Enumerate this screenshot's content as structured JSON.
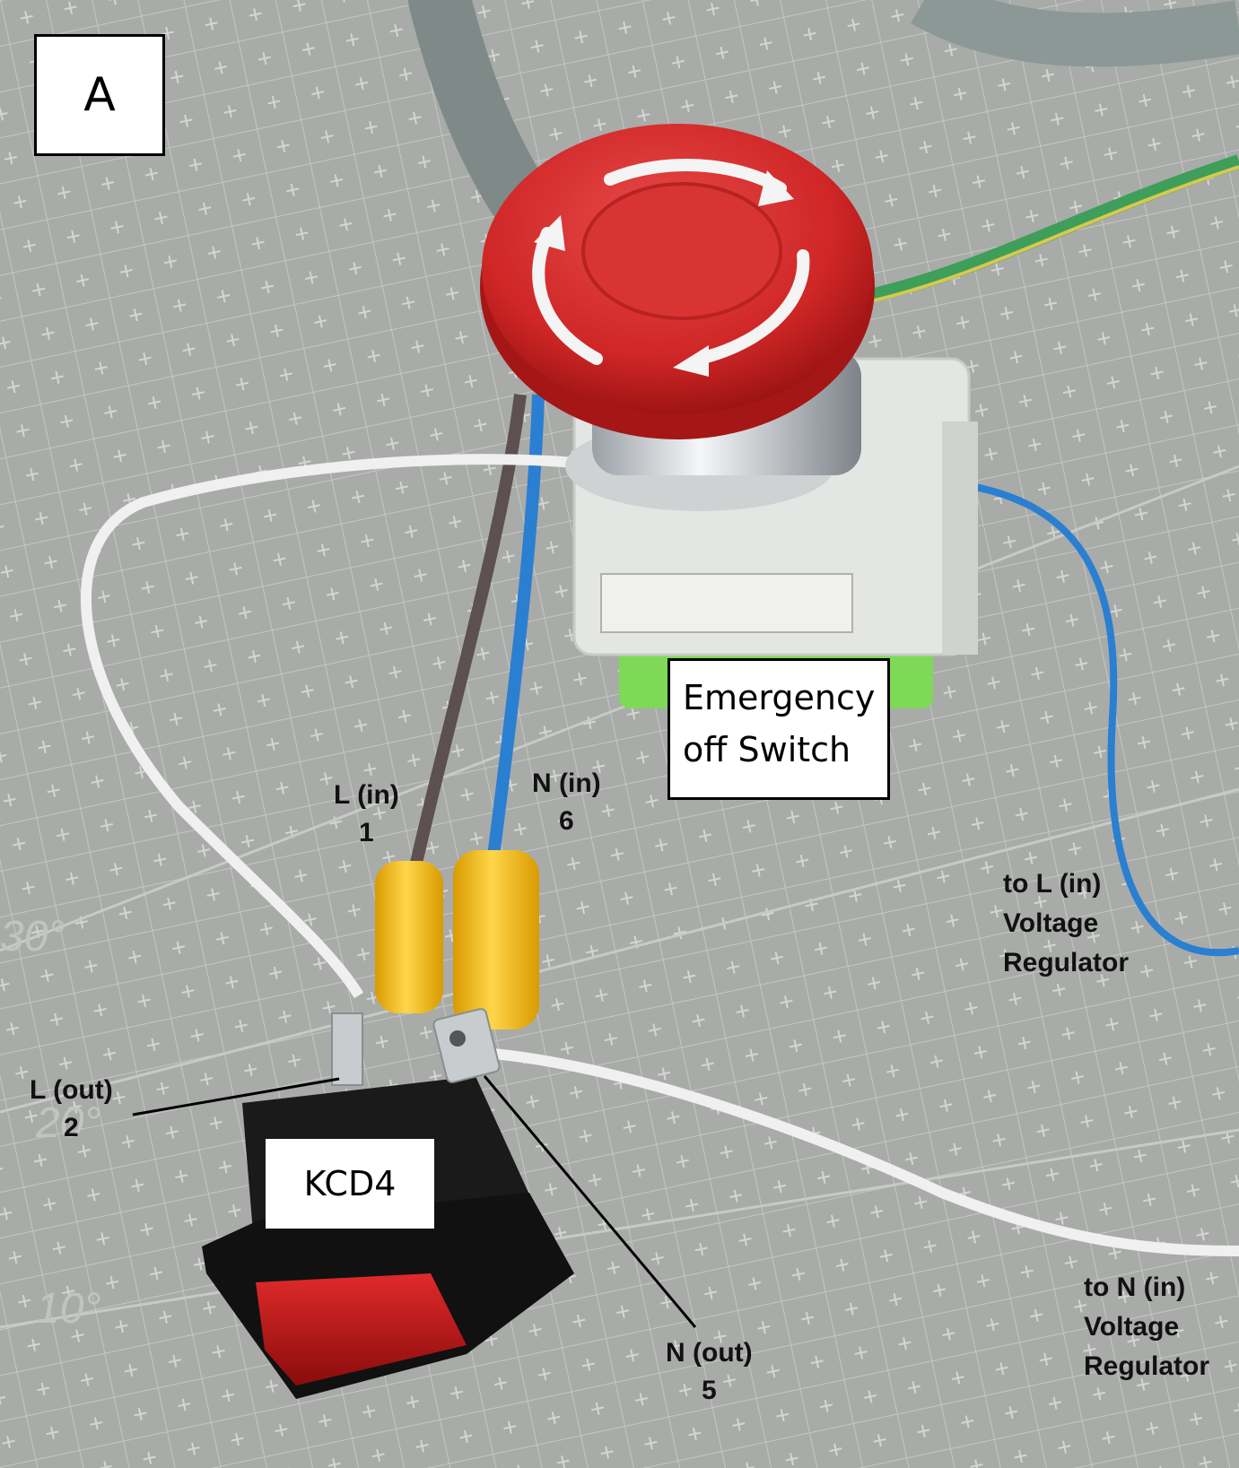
{
  "panel_label": "A",
  "labels": {
    "emergency_line1": "Emergency",
    "emergency_line2": "off Switch",
    "kcd4": "KCD4"
  },
  "pins": {
    "l_in": {
      "name": "L (in)",
      "number": "1"
    },
    "n_in": {
      "name": "N (in)",
      "number": "6"
    },
    "l_out": {
      "name": "L (out)",
      "number": "2"
    },
    "n_out": {
      "name": "N (out)",
      "number": "5"
    }
  },
  "notes": {
    "to_l": {
      "line1": "to L (in)",
      "line2": "Voltage",
      "line3": "Regulator"
    },
    "to_n": {
      "line1": "to N (in)",
      "line2": "Voltage",
      "line3": "Regulator"
    }
  },
  "mat_angle_marks": [
    "30°",
    "20°",
    "10°"
  ],
  "colors": {
    "mat": "#a9aba9",
    "button_red": "#d42a2a",
    "terminal_yellow": "#f2b705",
    "switch_housing": "#1a1a1a",
    "rocker_red": "#c41818",
    "base_green": "#7ed957",
    "wire_blue": "#2a7fd0",
    "wire_brown": "#5c5050",
    "wire_white": "#f2f2f2",
    "wire_green": "#3f9e5a",
    "cable_gray": "#8a9694"
  }
}
